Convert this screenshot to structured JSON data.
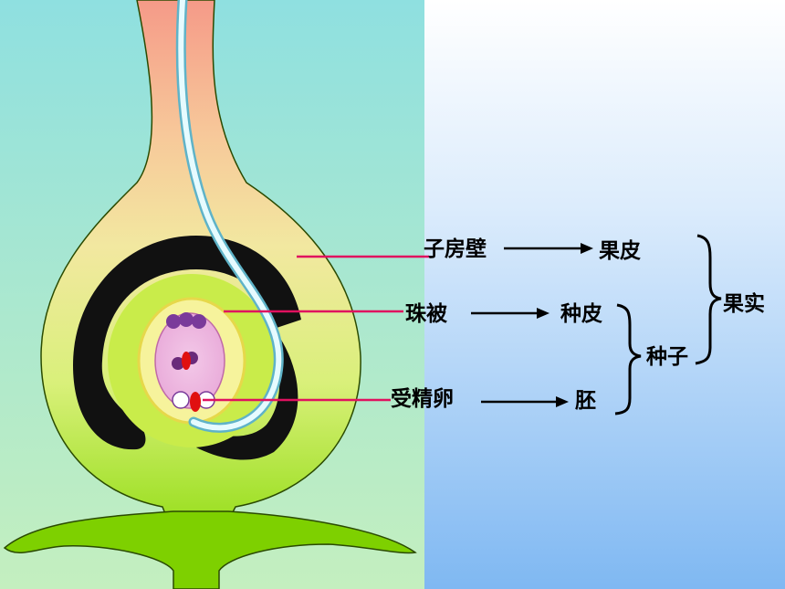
{
  "labels": {
    "ovary_wall": "子房壁",
    "integument": "珠被",
    "fertilized_egg": "受精卵",
    "pericarp": "果皮",
    "seed_coat": "种皮",
    "embryo": "胚",
    "seed": "种子",
    "fruit": "果实"
  },
  "colors": {
    "left_bg_top": "#8fe0e0",
    "left_bg_bottom": "#bfefbf",
    "right_bg_top": "#ffffff",
    "right_bg_bottom": "#7fb8f2",
    "pointer_line": "#e0115f",
    "ovary_green": "#a9e000",
    "ovule_dark": "#111111",
    "pollen_tube": "#bfefff"
  }
}
